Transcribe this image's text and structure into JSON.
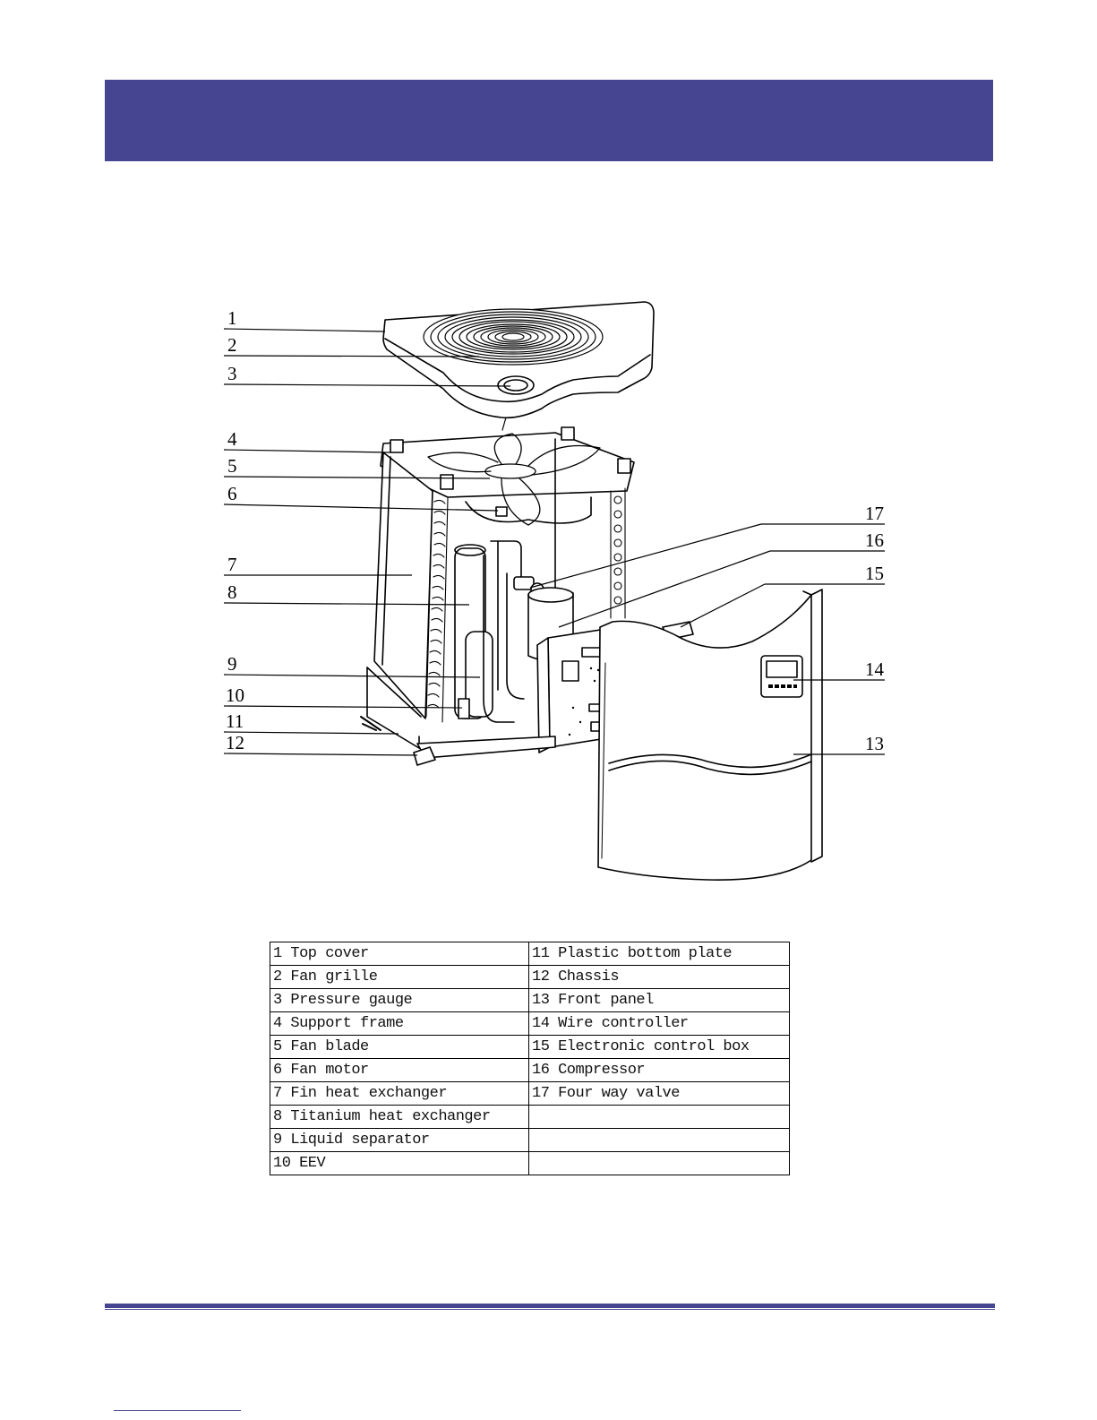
{
  "header": {
    "color": "#464592"
  },
  "diagram": {
    "callouts": [
      "1",
      "2",
      "3",
      "4",
      "5",
      "6",
      "7",
      "8",
      "9",
      "10",
      "11",
      "12",
      "13",
      "14",
      "15",
      "16",
      "17"
    ],
    "controller_display": "wire-controller-icon"
  },
  "parts_table": {
    "rows": [
      {
        "left": "1  Top cover",
        "right": "11 Plastic bottom plate"
      },
      {
        "left": "2  Fan grille",
        "right": "12 Chassis"
      },
      {
        "left": "3  Pressure gauge",
        "right": "13 Front panel"
      },
      {
        "left": "4  Support frame",
        "right": "14 Wire controller"
      },
      {
        "left": "5  Fan blade",
        "right": "15 Electronic control box"
      },
      {
        "left": "6  Fan motor",
        "right": "16 Compressor"
      },
      {
        "left": "7  Fin heat exchanger",
        "right": "17 Four way valve"
      },
      {
        "left": "8  Titanium heat exchanger",
        "right": ""
      },
      {
        "left": "9  Liquid separator",
        "right": ""
      },
      {
        "left": "10 EEV",
        "right": ""
      }
    ]
  }
}
